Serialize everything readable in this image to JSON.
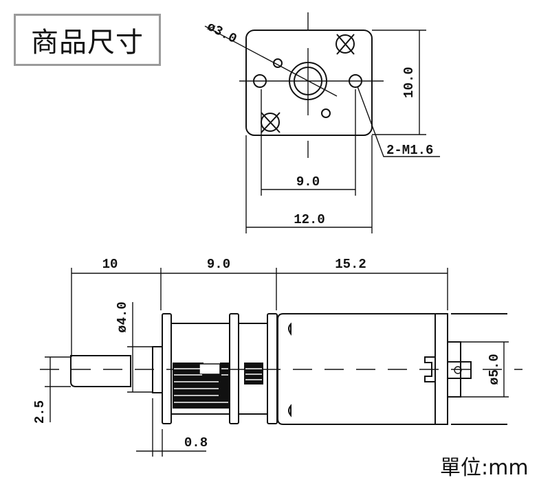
{
  "title": "商品尺寸",
  "unit_label": "單位:mm",
  "front_view": {
    "shaft_diameter": "ø3.0",
    "height": "10.0",
    "hole_spacing": "9.0",
    "width": "12.0",
    "thread_callout": "2-M1.6"
  },
  "side_view": {
    "shaft_length": "10",
    "gearbox_length": "9.0",
    "motor_length": "15.2",
    "bushing_diameter": "ø4.0",
    "shaft_flat": "2.5",
    "flange_thickness": "0.8",
    "boss_diameter": "ø5.0"
  }
}
